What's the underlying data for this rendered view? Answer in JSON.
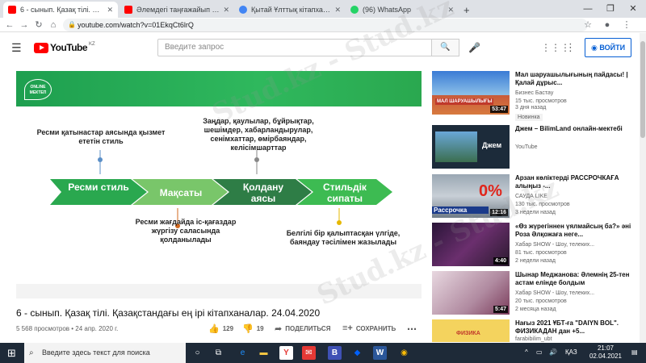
{
  "browser": {
    "tabs": [
      {
        "title": "6 - сынып. Қазақ тілі. Қаза",
        "active": true,
        "color": "#ff0000"
      },
      {
        "title": "Әлемдегі таңғажайып кітапхана",
        "active": false,
        "color": "#ff0000"
      },
      {
        "title": "Қытай Ұлттық кітапханасы - Go",
        "active": false,
        "color": "#4285f4"
      },
      {
        "title": "(96) WhatsApp",
        "active": false,
        "color": "#25d366"
      }
    ],
    "new_tab": "+",
    "url": "youtube.com/watch?v=01EkqCt6lrQ"
  },
  "youtube": {
    "logo_text": "YouTube",
    "logo_region": "KZ",
    "search_placeholder": "Введите запрос",
    "signin_label": "ВОЙТИ"
  },
  "slide": {
    "brand": "ONLINE МЕКТЕП",
    "top_left_text": "Ресми қатынастар аясында қызмет ететін стиль",
    "top_right_text": "Заңдар, қаулылар, бұйрықтар, шешімдер, хабарландырулар, сенімхаттар, өмірбаяндар, келісімшарттар",
    "bottom_left_text": "Ресми жағдайда іс-қағаздар жүргізу саласында қолданылады",
    "bottom_right_text": "Белгілі бір қалыптасқан үлгіде, баяндау тәсілімен жазылады",
    "chevrons": [
      "Ресми стиль",
      "Мақсаты",
      "Қолдану аясы",
      "Стильдік сипаты"
    ]
  },
  "video": {
    "title": "6 - сынып. Қазақ тілі. Қазақстандағы ең ірі кітапханалар. 24.04.2020",
    "meta": "5 568 просмотров • 24 апр. 2020 г.",
    "likes": "129",
    "dislikes": "19",
    "share_label": "ПОДЕЛИТЬСЯ",
    "save_label": "СОХРАНИТЬ"
  },
  "recommendations": [
    {
      "title": "Мал шаруашылығының пайдасы! | Қалай дұрыс...",
      "channel": "Бизнес Бастау",
      "views": "15 тыс. просмотров",
      "age": "3 дня назад",
      "badge": "Новинка",
      "duration": "53:47",
      "thumb_text": "МАЛ ШАРУАШЫЛЫҒЫ"
    },
    {
      "title": "Джем – BilimLand онлайн-мектебі",
      "channel": "YouTube",
      "views": "",
      "age": "",
      "badge": "",
      "duration": "",
      "thumb_text": "Джем"
    },
    {
      "title": "Арзан көліктерді РАССРОЧКАҒА алыңыз -...",
      "channel": "САУДА LIKE",
      "views": "130 тыс. просмотров",
      "age": "3 недели назад",
      "badge": "",
      "duration": "12:16",
      "thumb_text": "Рассрочка"
    },
    {
      "title": "«Өз жүрегіннен үялмайсың ба?» әні Роза Әлқожаға неге...",
      "channel": "Хабар SHOW - Шоу, телеких...",
      "views": "81 тыс. просмотров",
      "age": "2 недели назад",
      "badge": "",
      "duration": "4:40",
      "thumb_text": ""
    },
    {
      "title": "Шынар Меджанова: Әлемнің 25-тен астам елінде болдым",
      "channel": "Хабар SHOW - Шоу, телеких...",
      "views": "20 тыс. просмотров",
      "age": "2 месяца назад",
      "badge": "",
      "duration": "5:47",
      "thumb_text": ""
    },
    {
      "title": "Нағыз 2021 ҰБТ-ға \"DAIYN BOL\". ФИЗИКАДАН дан +5...",
      "channel": "farabibilim_ubt",
      "views": "",
      "age": "",
      "badge": "",
      "duration": "",
      "thumb_text": "ФИЗИКА"
    }
  ],
  "taskbar": {
    "search_placeholder": "Введите здесь текст для поиска",
    "lang": "ҚАЗ",
    "time": "21:07",
    "date": "02.04.2021"
  },
  "watermark": "Stud.kz - Stud.kz",
  "colors": {
    "youtube_red": "#ff0000",
    "slide_green": "#2fb85d",
    "signin_blue": "#065fd4",
    "taskbar": "#1e2a38"
  }
}
